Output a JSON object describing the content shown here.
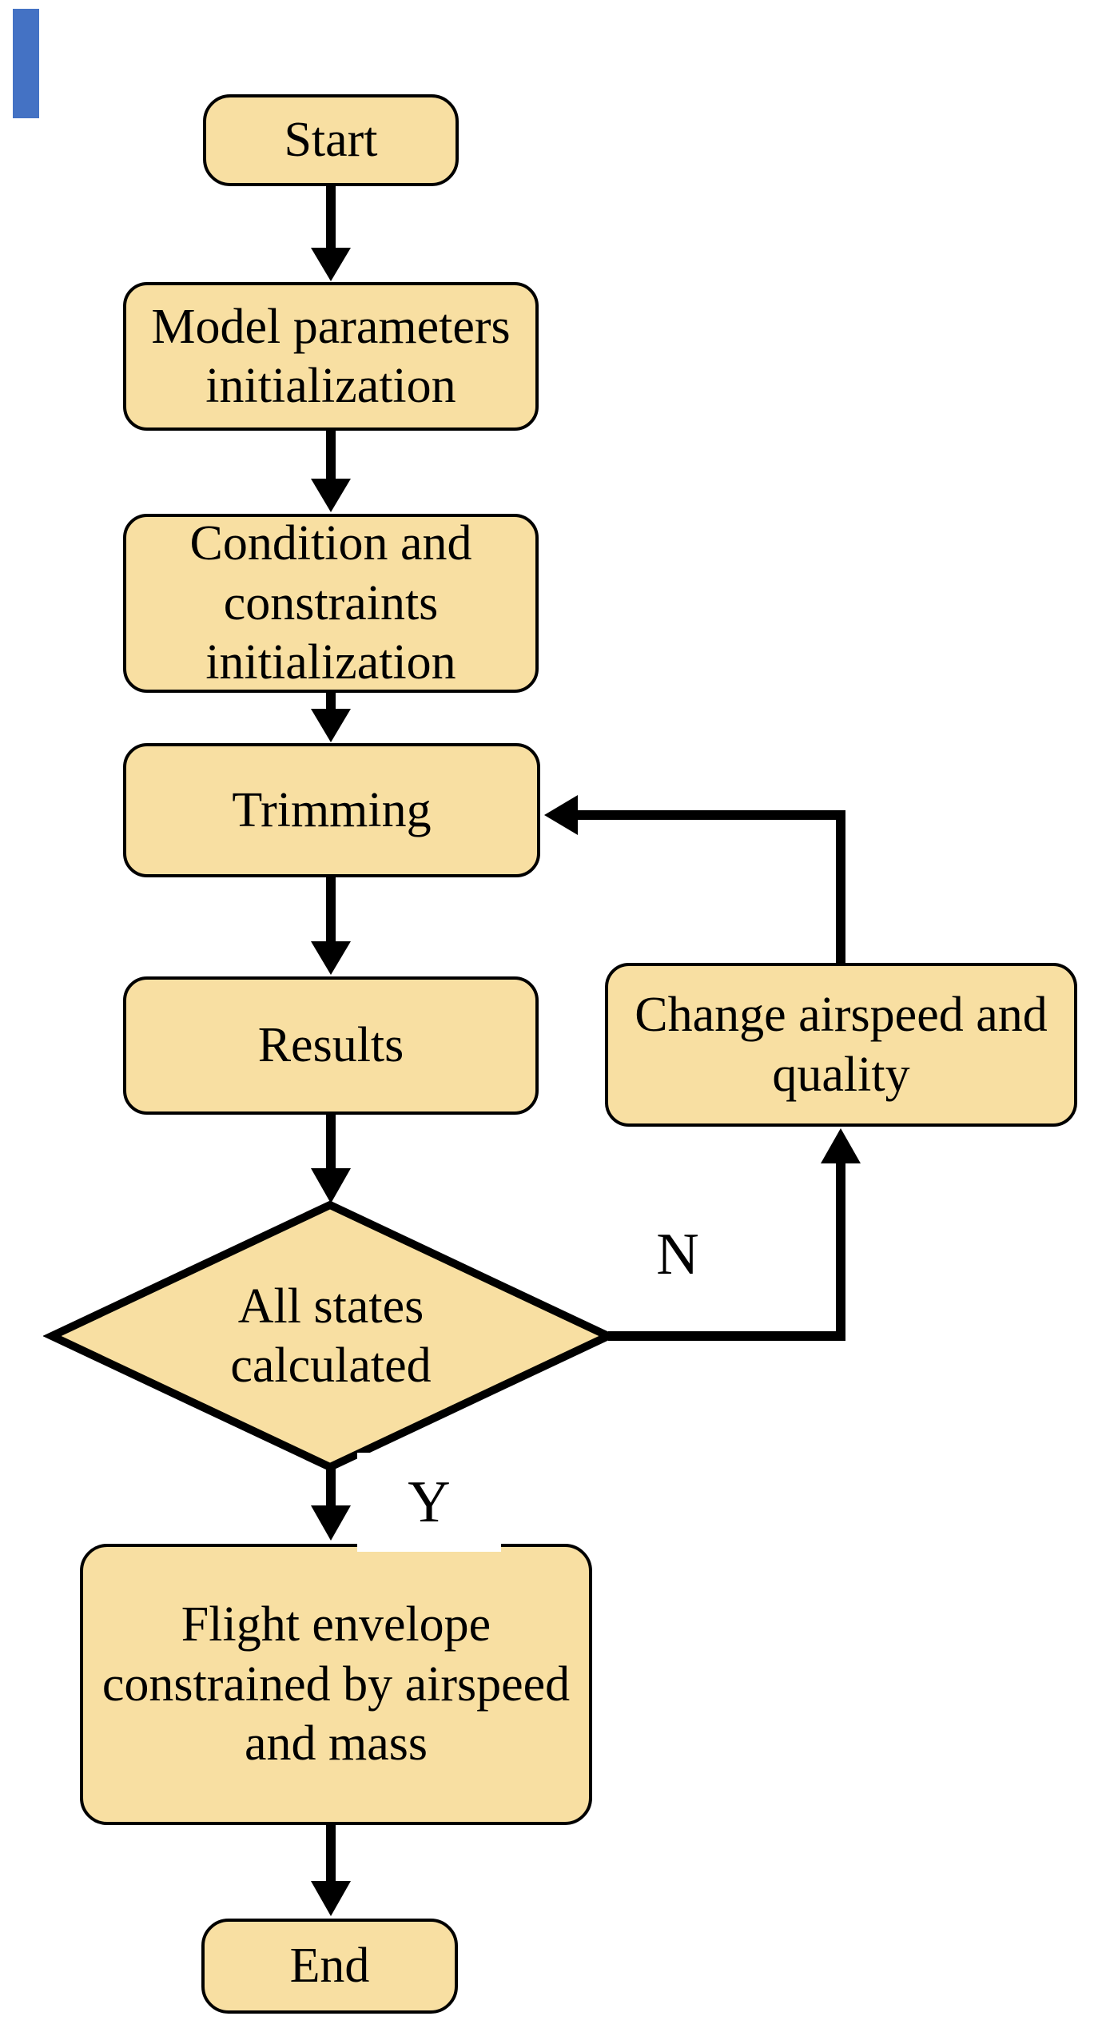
{
  "diagram": {
    "title_none_visible": "",
    "colors": {
      "background": "#FFFFFF",
      "node_fill": "#F8DFA2",
      "node_border": "#000000",
      "arrow": "#000000",
      "branch_label_box_border": "#FFFFFF",
      "corner_artifact_blue": "#4472C4"
    },
    "nodes": {
      "start": {
        "type": "terminator",
        "label": "Start"
      },
      "model": {
        "type": "process",
        "label": "Model parameters\ninitialization"
      },
      "condition": {
        "type": "process",
        "label": "Condition and\nconstraints\ninitialization"
      },
      "trimming": {
        "type": "process",
        "label": "Trimming"
      },
      "results": {
        "type": "process",
        "label": "Results"
      },
      "decision": {
        "type": "decision",
        "label": "All states\ncalculated"
      },
      "change": {
        "type": "process",
        "label": "Change airspeed and\nquality"
      },
      "flight": {
        "type": "process",
        "label": "Flight envelope\nconstrained by airspeed\nand mass"
      },
      "end": {
        "type": "terminator",
        "label": "End"
      }
    },
    "branch_labels": {
      "no": "N",
      "yes": "Y"
    },
    "edges": [
      "start -> model",
      "model -> condition",
      "condition -> trimming",
      "trimming -> results",
      "results -> decision",
      "decision -N-> change",
      "change -> trimming",
      "decision -Y-> flight",
      "flight -> end"
    ]
  }
}
